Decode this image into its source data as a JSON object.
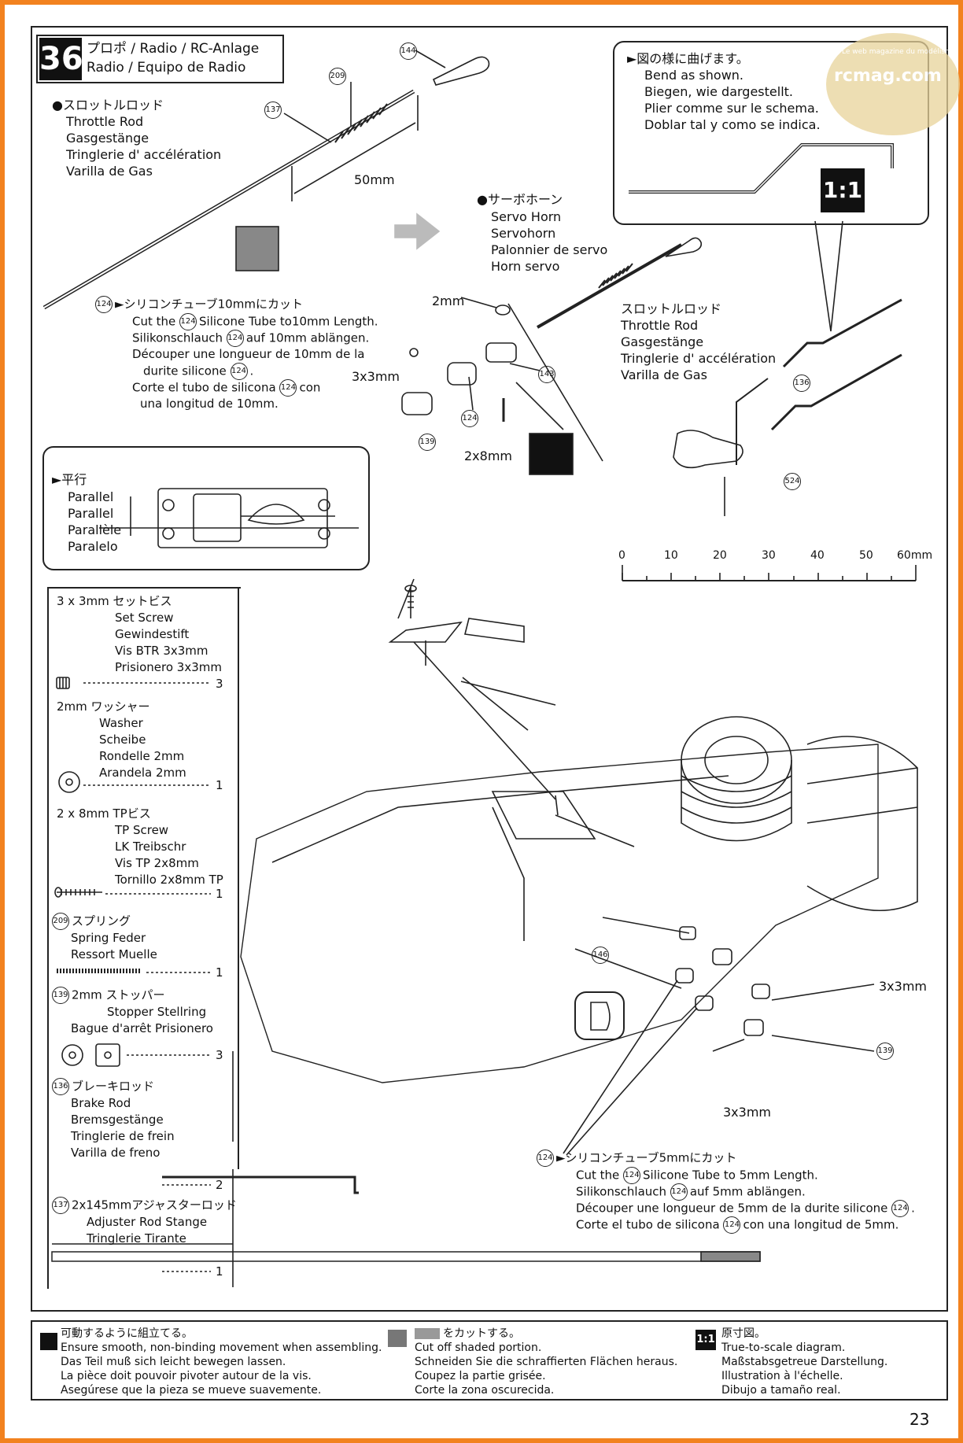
{
  "step": {
    "number": "36",
    "title_line1": "プロポ / Radio / RC-Anlage",
    "title_line2": "Radio / Equipo de Radio"
  },
  "parts_refs": {
    "p144": "144",
    "p209": "209",
    "p137": "137",
    "p124": "124",
    "p143": "143",
    "p139": "139",
    "p136": "136",
    "p524": "524",
    "p146": "146"
  },
  "throttle_rod": {
    "jp": "●スロットルロッド",
    "en": "Throttle Rod",
    "de": "Gasgestänge",
    "fr": "Tringlerie d' accélération",
    "es": "Varilla de Gas",
    "length": "50mm"
  },
  "servo_horn": {
    "jp": "●サーボホーン",
    "en": "Servo Horn",
    "de": "Servohorn",
    "fr": "Palonnier de servo",
    "es": "Horn servo"
  },
  "throttle_rod2": {
    "jp": "スロットルロッド",
    "en": "Throttle Rod",
    "de": "Gasgestänge",
    "fr": "Tringlerie d' accélération",
    "es": "Varilla de Gas"
  },
  "cut10": {
    "jp": "►シリコンチューブ10mmにカット",
    "en_a": "Cut the",
    "en_b": "Silicone Tube to10mm Length.",
    "de_a": "Silikonschlauch",
    "de_b": "auf 10mm ablängen.",
    "fr_a": "Découper une longueur de 10mm de la",
    "fr_b": "durite silicone",
    "fr_c": ".",
    "es_a": "Corte el tubo de silicona",
    "es_b": "con",
    "es_c": "una longitud de 10mm."
  },
  "labels": {
    "2mm": "2mm",
    "3x3mm": "3x3mm",
    "2x8mm": "2x8mm",
    "3x3mm_b": "3x3mm",
    "3x3mm_c": "3x3mm"
  },
  "bend": {
    "jp": "►図の様に曲げます。",
    "en": "Bend as shown.",
    "de": "Biegen, wie dargestellt.",
    "fr": "Plier comme sur le schema.",
    "es": "Doblar tal y como se indica.",
    "scale_mark": "1:1"
  },
  "parallel": {
    "jp": "►平行",
    "en": "Parallel",
    "de": "Parallel",
    "fr": "Parallèle",
    "es": "Paralelo"
  },
  "ruler": {
    "ticks": [
      "0",
      "10",
      "20",
      "30",
      "40",
      "50",
      "60mm"
    ]
  },
  "parts_list": {
    "setscrew": {
      "jp": "3 x 3mm  セットビス",
      "en": "Set Screw",
      "de": "Gewindestift",
      "fr": "Vis BTR 3x3mm",
      "es": "Prisionero 3x3mm",
      "qty": "3"
    },
    "washer": {
      "jp": "2mm  ワッシャー",
      "en": "Washer",
      "de": "Scheibe",
      "fr": "Rondelle 2mm",
      "es": "Arandela 2mm",
      "qty": "1"
    },
    "tpscrew": {
      "jp": "2 x 8mm  TPビス",
      "en": "TP Screw",
      "de": "LK Treibschr",
      "fr": "Vis TP 2x8mm",
      "es": "Tornillo 2x8mm TP",
      "qty": "1"
    },
    "spring": {
      "jp": "スプリング",
      "l1": "Spring    Feder",
      "l2": "Ressort    Muelle",
      "qty": "1"
    },
    "stopper": {
      "jp": "2mm  ストッパー",
      "l1": "Stopper    Stellring",
      "l2": "Bague d'arrêt  Prisionero",
      "qty": "3"
    },
    "brakerod": {
      "jp": "ブレーキロッド",
      "en": "Brake Rod",
      "de": "Bremsgestänge",
      "fr": "Tringlerie de frein",
      "es": "Varilla de freno",
      "qty": "2"
    },
    "adjrod": {
      "jp": "2x145mmアジャスターロッド",
      "l1": "Adjuster Rod    Stange",
      "l2": "Tringlerie    Tirante",
      "qty": "1"
    }
  },
  "cut5": {
    "jp": "►シリコンチューブ5mmにカット",
    "en_a": "Cut the",
    "en_b": "Silicone Tube to 5mm Length.",
    "de_a": "Silikonschlauch",
    "de_b": "auf 5mm ablängen.",
    "fr_a": "Découper une longueur de 5mm de la durite silicone",
    "fr_b": ".",
    "es_a": "Corte el tubo de silicona",
    "es_b": "con una longitud de 5mm."
  },
  "legend": {
    "move": {
      "jp": "可動するように組立てる。",
      "en": "Ensure smooth, non-binding movement when assembling.",
      "de": "Das Teil muß sich leicht bewegen lassen.",
      "fr": "La pièce doit pouvoir pivoter autour de la vis.",
      "es": "Asegúrese que la pieza se mueve suavemente."
    },
    "cut": {
      "jp": "をカットする。",
      "en": "Cut off shaded portion.",
      "de": "Schneiden Sie die schraffierten Flächen heraus.",
      "fr": "Coupez la partie grisée.",
      "es": "Corte la zona oscurecida."
    },
    "scale": {
      "jp": "原寸図。",
      "en": "True-to-scale diagram.",
      "de": "Maßstabsgetreue Darstellung.",
      "fr": "Illustration à l'échelle.",
      "es": "Dibujo a tamaño real.",
      "mark": "1:1"
    }
  },
  "watermark": {
    "brand": "rcmag.com",
    "tagline": "Le web magazine du modélisme"
  },
  "page_number": "23"
}
